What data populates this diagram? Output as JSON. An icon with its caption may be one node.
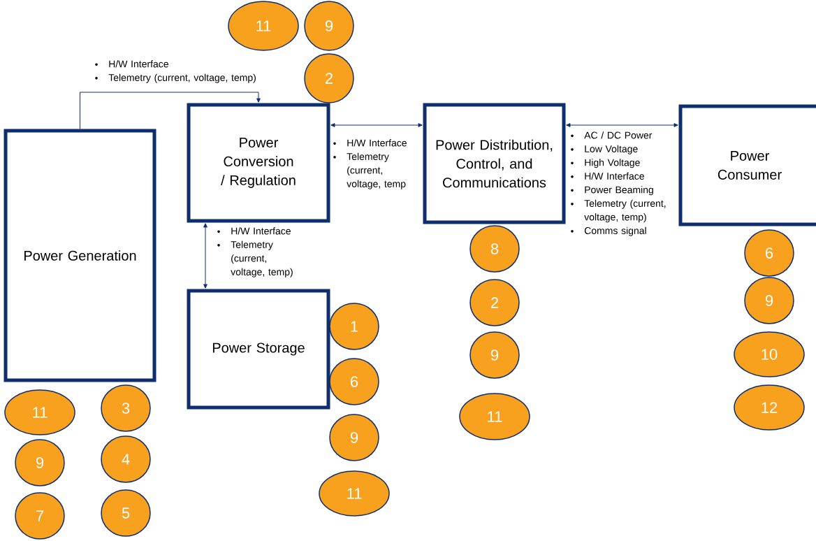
{
  "diagram": {
    "nodes": [
      {
        "text": [
          "Power Generation"
        ]
      },
      {
        "text": [
          "Power Conversion / Regulation"
        ]
      },
      {
        "text": [
          "Power Storage"
        ]
      },
      {
        "text": [
          "Power Distribution, Control, and Communications"
        ]
      },
      {
        "text": [
          "Power Consumer"
        ]
      },
      {
        "text": [
          "11"
        ]
      },
      {
        "text": [
          "9"
        ]
      },
      {
        "text": [
          "2"
        ]
      },
      {
        "text": [
          "8"
        ]
      },
      {
        "text": [
          "2"
        ]
      },
      {
        "text": [
          "9"
        ]
      },
      {
        "text": [
          "11"
        ]
      },
      {
        "text": [
          "6"
        ]
      },
      {
        "text": [
          "9"
        ]
      },
      {
        "text": [
          "10"
        ]
      },
      {
        "text": [
          "12"
        ]
      },
      {
        "text": [
          "1"
        ]
      },
      {
        "text": [
          "6"
        ]
      },
      {
        "text": [
          "9"
        ]
      },
      {
        "text": [
          "11"
        ]
      },
      {
        "text": [
          "11"
        ]
      },
      {
        "text": [
          "3"
        ]
      },
      {
        "text": [
          "9"
        ]
      },
      {
        "text": [
          "4"
        ]
      },
      {
        "text": [
          "7"
        ]
      },
      {
        "text": [
          "5"
        ]
      }
    ],
    "edges": [
      {
        "from": 0,
        "to": 1,
        "arrow": "to",
        "label": [
          "H/W Interface",
          "Telemetry (current, voltage, temp)"
        ]
      },
      {
        "from": 1,
        "to": 3,
        "arrow": "both",
        "label": [
          "H/W Interface",
          "Telemetry (current, voltage, temp"
        ]
      },
      {
        "from": 1,
        "to": 2,
        "arrow": "both",
        "label": [
          "H/W Interface",
          "Telemetry (current, voltage, temp)"
        ]
      },
      {
        "from": 3,
        "to": 4,
        "arrow": "both",
        "label": [
          "AC / DC Power",
          "Low Voltage",
          "High Voltage",
          "H/W Interface",
          "Power Beaming",
          "Telemetry (current, voltage, temp)",
          "Comms signal"
        ]
      }
    ]
  }
}
